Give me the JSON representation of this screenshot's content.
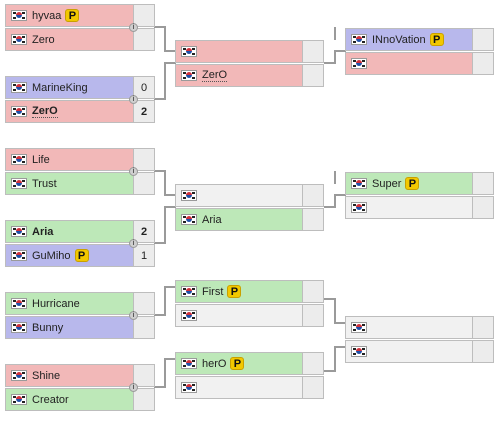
{
  "round1": [
    {
      "players": [
        {
          "name": "hyvaa",
          "score": "",
          "color": "red",
          "badge": "P"
        },
        {
          "name": "Zero",
          "score": "",
          "color": "red",
          "badge": ""
        }
      ]
    },
    {
      "players": [
        {
          "name": "MarineKing",
          "score": "0",
          "color": "blue",
          "badge": ""
        },
        {
          "name": "ZerO",
          "score": "2",
          "color": "red",
          "badge": "",
          "bold": true,
          "dotted": true
        }
      ]
    },
    {
      "players": [
        {
          "name": "Life",
          "score": "",
          "color": "red",
          "badge": ""
        },
        {
          "name": "Trust",
          "score": "",
          "color": "green",
          "badge": ""
        }
      ]
    },
    {
      "players": [
        {
          "name": "Aria",
          "score": "2",
          "color": "green",
          "badge": "",
          "bold": true
        },
        {
          "name": "GuMiho",
          "score": "1",
          "color": "blue",
          "badge": "P"
        }
      ]
    },
    {
      "players": [
        {
          "name": "Hurricane",
          "score": "",
          "color": "green",
          "badge": ""
        },
        {
          "name": "Bunny",
          "score": "",
          "color": "blue",
          "badge": ""
        }
      ]
    },
    {
      "players": [
        {
          "name": "Shine",
          "score": "",
          "color": "red",
          "badge": ""
        },
        {
          "name": "Creator",
          "score": "",
          "color": "green",
          "badge": ""
        }
      ]
    }
  ],
  "round2": [
    {
      "players": [
        {
          "name": "",
          "score": "",
          "color": "red",
          "badge": ""
        },
        {
          "name": "ZerO",
          "score": "",
          "color": "red",
          "badge": "",
          "dotted": true
        }
      ]
    },
    {
      "players": [
        {
          "name": "",
          "score": "",
          "color": "gray",
          "badge": ""
        },
        {
          "name": "Aria",
          "score": "",
          "color": "green",
          "badge": ""
        }
      ]
    },
    {
      "players": [
        {
          "name": "First",
          "score": "",
          "color": "green",
          "badge": "P"
        },
        {
          "name": "",
          "score": "",
          "color": "gray",
          "badge": ""
        }
      ]
    },
    {
      "players": [
        {
          "name": "herO",
          "score": "",
          "color": "green",
          "badge": "P"
        },
        {
          "name": "",
          "score": "",
          "color": "gray",
          "badge": ""
        }
      ]
    }
  ],
  "round3": [
    {
      "players": [
        {
          "name": "INnoVation",
          "score": "",
          "color": "blue",
          "badge": "P"
        },
        {
          "name": "",
          "score": "",
          "color": "red",
          "badge": ""
        }
      ]
    },
    {
      "players": [
        {
          "name": "Super",
          "score": "",
          "color": "green",
          "badge": "P"
        },
        {
          "name": "",
          "score": "",
          "color": "gray",
          "badge": ""
        }
      ]
    },
    {
      "players": [
        {
          "name": "",
          "score": "",
          "color": "gray",
          "badge": ""
        },
        {
          "name": "",
          "score": "",
          "color": "gray",
          "badge": ""
        }
      ]
    }
  ],
  "info_icon_glyph": "i",
  "flag_icon": "south-korea-flag-icon",
  "colors": {
    "zerg": "#f2b8b8",
    "protoss": "#bde8b8",
    "terran": "#b8b8ec",
    "empty": "#f1f1f1",
    "line": "#9a9a9a"
  }
}
